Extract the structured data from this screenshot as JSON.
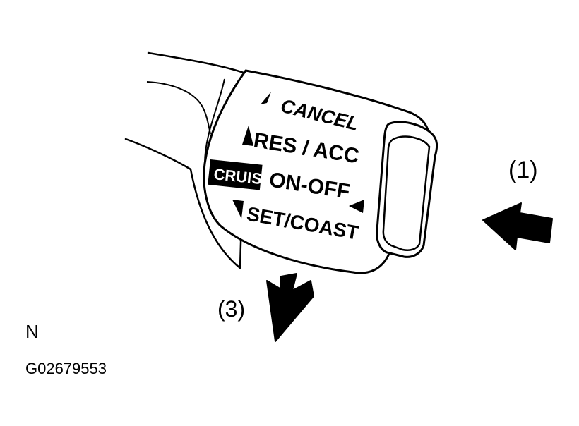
{
  "diagram": {
    "switch_labels": {
      "cancel": "CANCEL",
      "res_acc": "RES / ACC",
      "cruise_badge": "CRUISE",
      "on_off": "ON-OFF",
      "set_coast": "SET/COAST"
    },
    "callouts": {
      "push": "(1)",
      "pull_down": "(3)"
    },
    "footer": {
      "letter": "N",
      "code": "G02679553"
    },
    "icons": [
      "arrow-left-icon",
      "arrow-down-left-icon",
      "triangle-indicator-icon"
    ]
  }
}
